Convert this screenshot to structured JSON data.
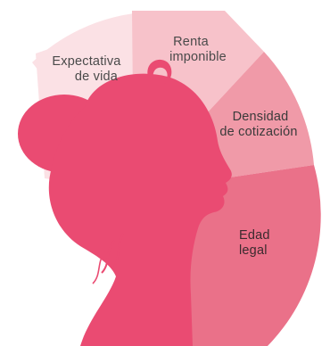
{
  "segments": [
    {
      "id": "expectativa",
      "lines": [
        "Expectativa",
        "de vida"
      ],
      "color": "#fbe1e5",
      "text_color": "#4a4a4a"
    },
    {
      "id": "renta",
      "lines": [
        "Renta",
        "imponible"
      ],
      "color": "#f7c2ca",
      "text_color": "#4a4a4a"
    },
    {
      "id": "densidad",
      "lines": [
        "Densidad",
        "de cotización"
      ],
      "color": "#f09aa8",
      "text_color": "#3a3a3a"
    },
    {
      "id": "edad",
      "lines": [
        "Edad",
        "legal"
      ],
      "color": "#ea7189",
      "text_color": "#3a2a2e"
    }
  ],
  "silhouette_color": "#ea4b72"
}
